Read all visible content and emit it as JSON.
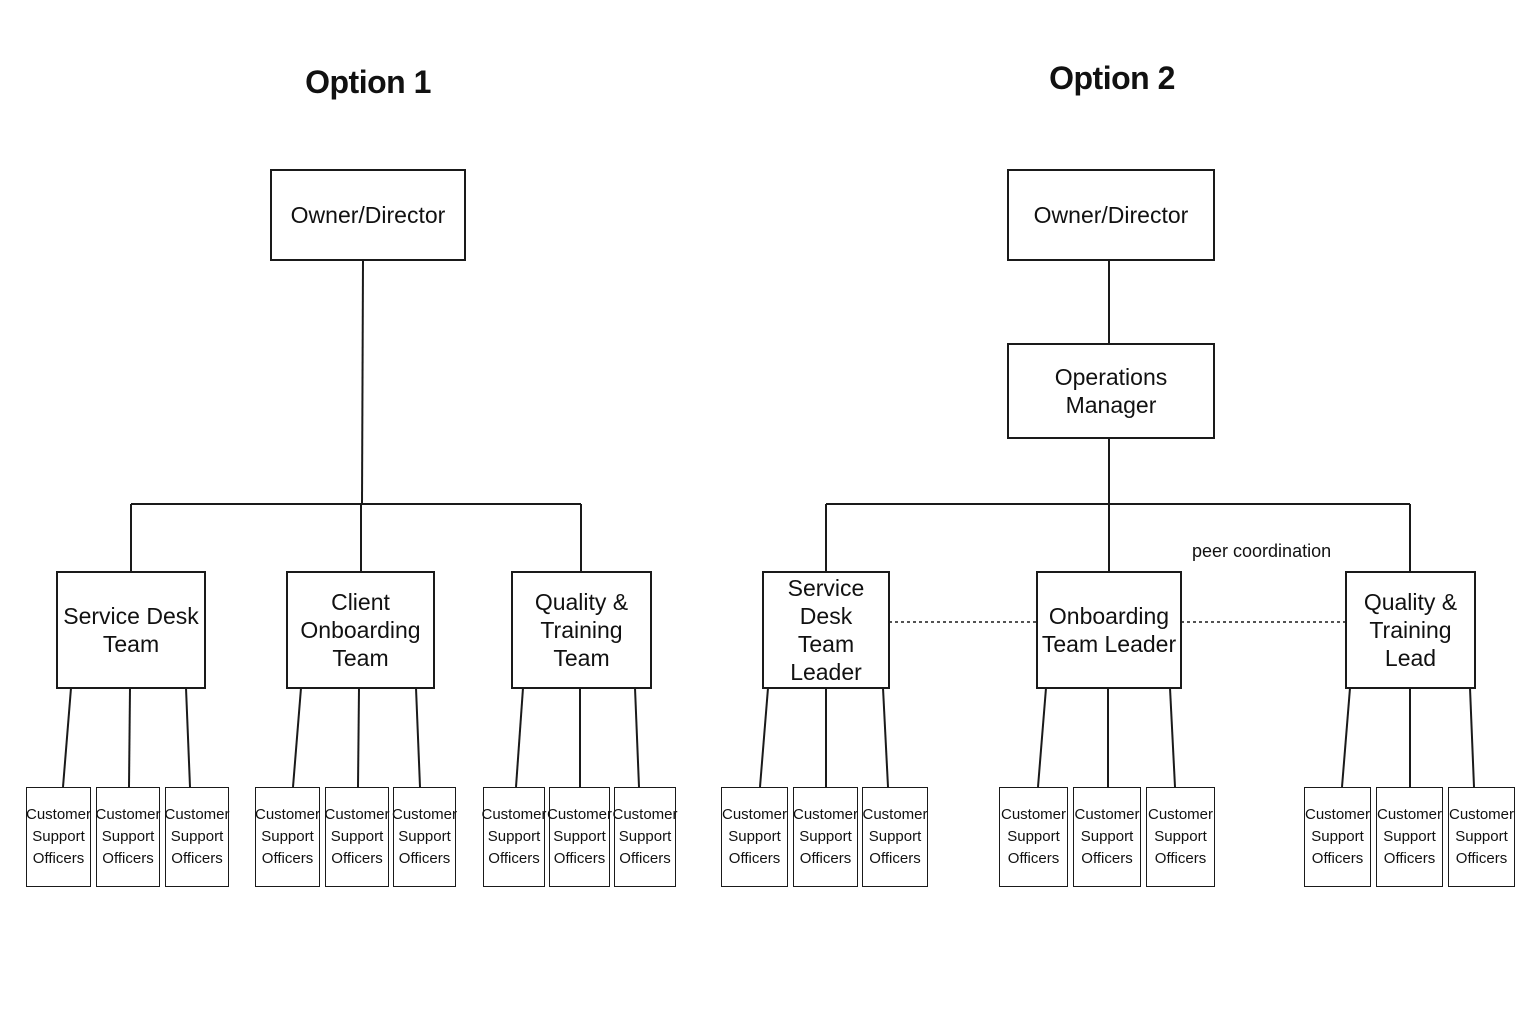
{
  "option1": {
    "title": "Option 1",
    "top": "Owner/Director",
    "teams": [
      {
        "label": "Service Desk\nTeam",
        "staff": [
          "Customer\nSupport\nOfficers",
          "Customer\nSupport\nOfficers",
          "Customer\nSupport\nOfficers"
        ]
      },
      {
        "label": "Client\nOnboarding\nTeam",
        "staff": [
          "Customer\nSupport\nOfficers",
          "Customer\nSupport\nOfficers",
          "Customer\nSupport\nOfficers"
        ]
      },
      {
        "label": "Quality &\nTraining\nTeam",
        "staff": [
          "Customer\nSupport\nOfficers",
          "Customer\nSupport\nOfficers",
          "Customer\nSupport\nOfficers"
        ]
      }
    ]
  },
  "option2": {
    "title": "Option 2",
    "top": "Owner/Director",
    "manager": "Operations\nManager",
    "peer_note": "peer coordination",
    "teams": [
      {
        "label": "Service Desk\nTeam Leader",
        "staff": [
          "Customer\nSupport\nOfficers",
          "Customer\nSupport\nOfficers",
          "Customer\nSupport\nOfficers"
        ]
      },
      {
        "label": "Onboarding\nTeam Leader",
        "staff": [
          "Customer\nSupport\nOfficers",
          "Customer\nSupport\nOfficers",
          "Customer\nSupport\nOfficers"
        ]
      },
      {
        "label": "Quality &\nTraining\nLead",
        "staff": [
          "Customer\nSupport\nOfficers",
          "Customer\nSupport\nOfficers",
          "Customer\nSupport\nOfficers"
        ]
      }
    ]
  }
}
